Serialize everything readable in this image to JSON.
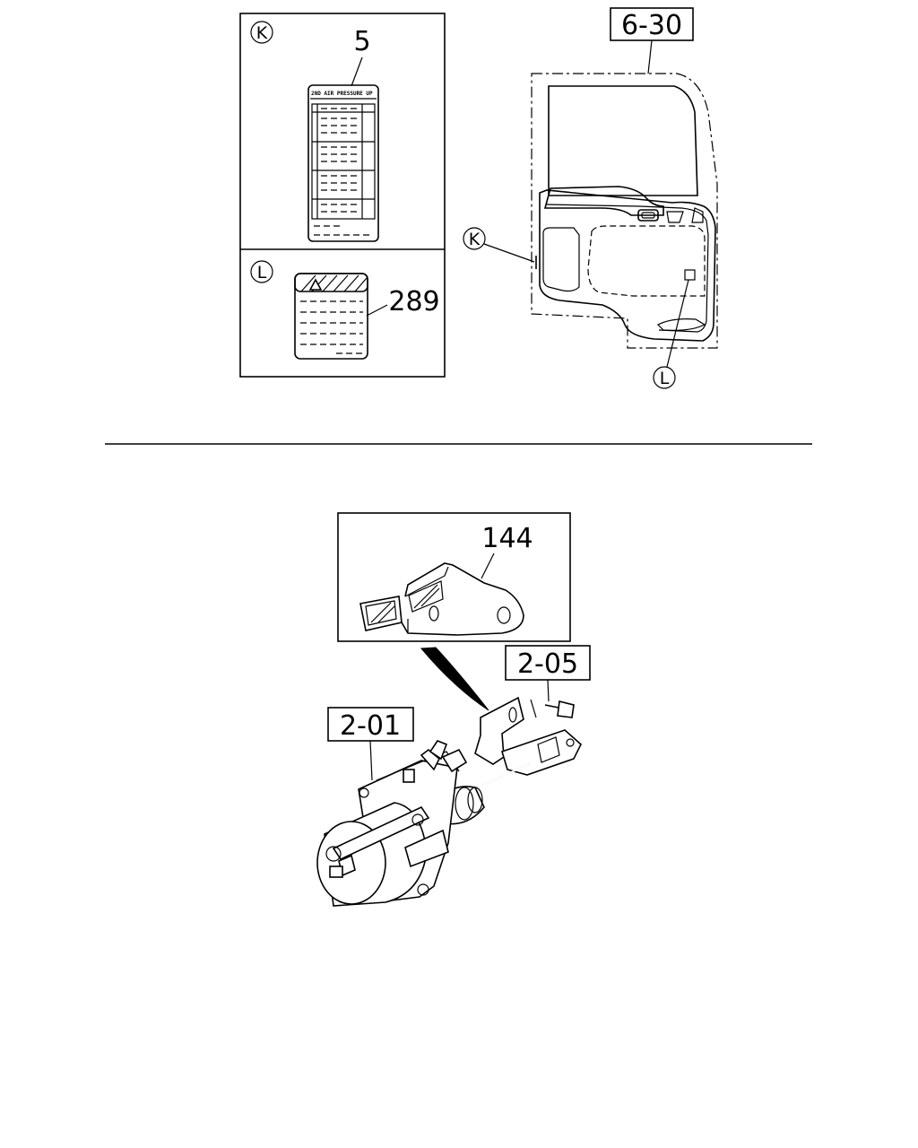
{
  "upper_section": {
    "detail_k": {
      "marker": "K",
      "part_number": "5",
      "label_header_text": "2ND AIR PRESSURE UP"
    },
    "detail_l": {
      "marker": "L",
      "part_number": "289"
    },
    "door_reference": "6-30",
    "callout_k": "K",
    "callout_l": "L"
  },
  "lower_section": {
    "bracket_part_number": "144",
    "bolt_reference": "2-05",
    "booster_reference": "2-01"
  }
}
